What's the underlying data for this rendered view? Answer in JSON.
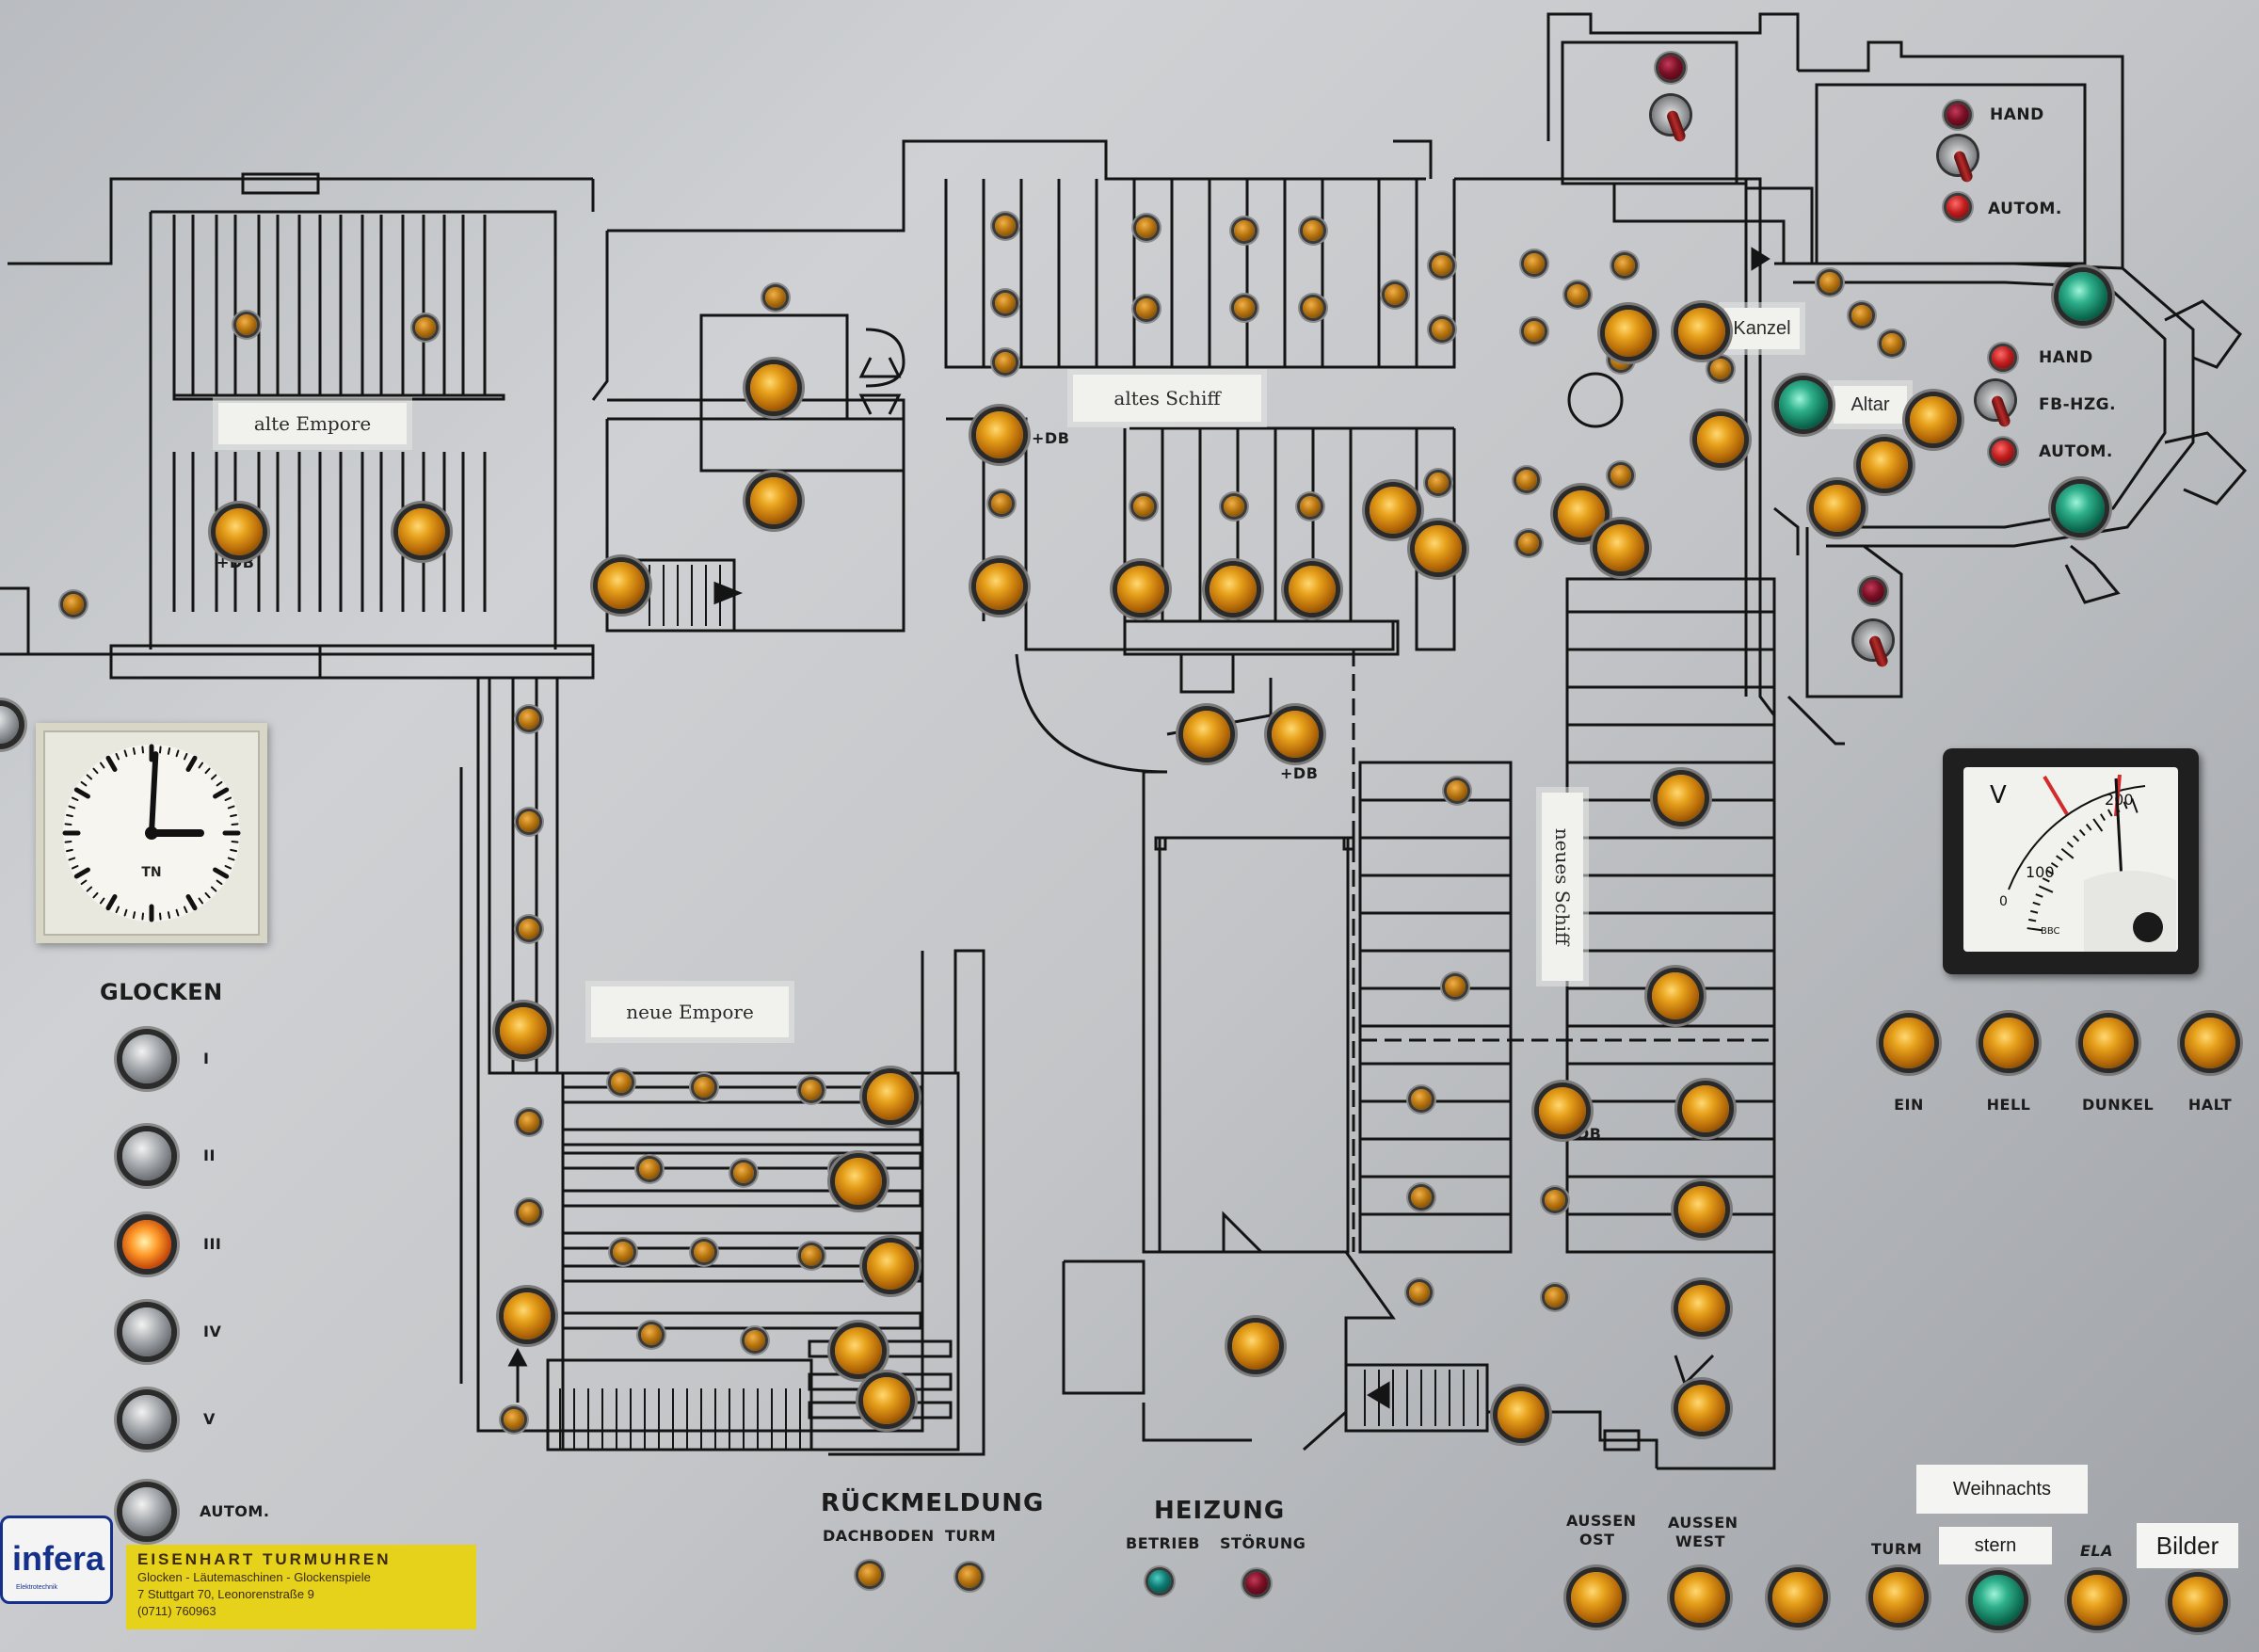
{
  "colors": {
    "panel": "#c4c6c9",
    "line": "#141414",
    "amber": "#e0a01e",
    "green": "#1e9a78",
    "red": "#c21e1e",
    "yellow_plate": "#e6d21b",
    "logo_blue": "#15308a"
  },
  "plan_labels": {
    "alte_empore": "alte Empore",
    "altes_schiff": "altes Schiff",
    "neue_empore": "neue Empore",
    "neues_schiff": "neues Schiff",
    "kanzel": "Kanzel",
    "altar": "Altar",
    "db_1": "+DB",
    "db_2": "+DB",
    "db_3": "+DB",
    "db_4": "DB"
  },
  "sacristy_top": {
    "hand": "HAND",
    "autom": "AUTOM."
  },
  "heating_right": {
    "hand": "HAND",
    "fb_hzg": "FB-HZG.",
    "autom": "AUTOM."
  },
  "clock": {
    "logo": "TN",
    "hour_hand_deg": 90,
    "minute_hand_deg": 3
  },
  "glocken": {
    "title": "GLOCKEN",
    "bells": [
      {
        "label": "I",
        "lit": false
      },
      {
        "label": "II",
        "lit": false
      },
      {
        "label": "III",
        "lit": true
      },
      {
        "label": "IV",
        "lit": false
      },
      {
        "label": "V",
        "lit": false
      },
      {
        "label": "AUTOM.",
        "lit": false
      }
    ]
  },
  "meter": {
    "unit": "V",
    "scale_labels": [
      "200",
      "100",
      "0"
    ],
    "brand": "BBC",
    "needle_fraction": 0.9
  },
  "lighting": {
    "buttons": [
      "EIN",
      "HELL",
      "DUNKEL",
      "HALT"
    ]
  },
  "rueckmeldung": {
    "title": "RÜCKMELDUNG",
    "items": [
      "DACHBODEN",
      "TURM"
    ]
  },
  "heizung": {
    "title": "HEIZUNG",
    "items": [
      "BETRIEB",
      "STÖRUNG"
    ]
  },
  "outer": {
    "aussen_ost": [
      "AUSSEN",
      "OST"
    ],
    "aussen_west": [
      "AUSSEN",
      "WEST"
    ],
    "turm": "TURM",
    "weihnachts": "Weihnachts",
    "stern": "stern",
    "ela": "ELA",
    "bilder": "Bilder"
  },
  "brand": {
    "logo": "infera",
    "logo_sub": "Elektrotechnik",
    "plate_title": "EISENHART TURMUHREN",
    "plate_line2": "Glocken - Läutemaschinen - Glockenspiele",
    "plate_line3": "7 Stuttgart 70, Leonorenstraße 9",
    "plate_phone": "(0711) 760963"
  }
}
